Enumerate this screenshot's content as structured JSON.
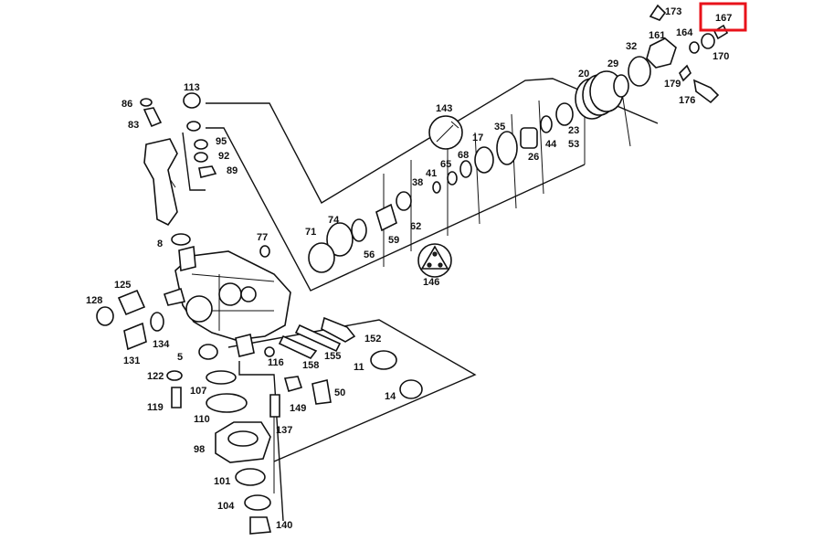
{
  "highlight": {
    "label": "167",
    "color": "#e8121a"
  },
  "labels": {
    "l173": "173",
    "l167": "167",
    "l161": "161",
    "l164": "164",
    "l170": "170",
    "l32": "32",
    "l20": "20",
    "l29": "29",
    "l179": "179",
    "l176": "176",
    "l113": "113",
    "l86": "86",
    "l83": "83",
    "l95": "95",
    "l92": "92",
    "l89": "89",
    "l143": "143",
    "l35": "35",
    "l17": "17",
    "l44": "44",
    "l23": "23",
    "l53": "53",
    "l26": "26",
    "l68": "68",
    "l65": "65",
    "l41": "41",
    "l38": "38",
    "l74": "74",
    "l71": "71",
    "l56": "56",
    "l59": "59",
    "l62": "62",
    "l146": "146",
    "l8": "8",
    "l77": "77",
    "l125": "125",
    "l128": "128",
    "l134": "134",
    "l131": "131",
    "l5": "5",
    "l152": "152",
    "l155": "155",
    "l158": "158",
    "l116": "116",
    "l11": "11",
    "l122": "122",
    "l107": "107",
    "l119": "119",
    "l110": "110",
    "l149": "149",
    "l50": "50",
    "l14": "14",
    "l137": "137",
    "l98": "98",
    "l101": "101",
    "l104": "104",
    "l140": "140"
  }
}
